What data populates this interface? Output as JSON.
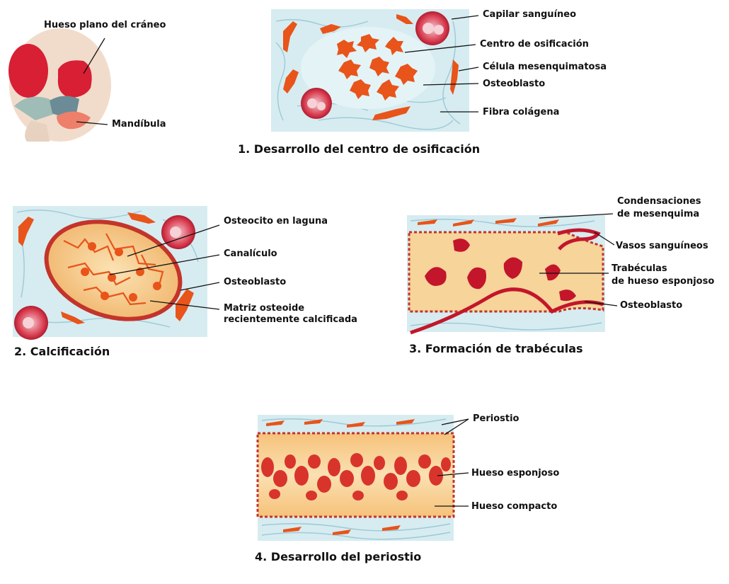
{
  "head_figure": {
    "labels": {
      "flat_bone": "Hueso plano del cráneo",
      "mandible": "Mandíbula"
    }
  },
  "panel1": {
    "caption": "1. Desarrollo del centro de osificación",
    "labels": {
      "capillary": "Capilar sanguíneo",
      "ossification_center": "Centro de osificación",
      "mesenchymal_cell": "Célula mesenquimatosa",
      "osteoblast": "Osteoblasto",
      "collagen_fiber": "Fibra colágena"
    }
  },
  "panel2": {
    "caption": "2. Calcificación",
    "labels": {
      "osteocyte": "Osteocito en laguna",
      "canaliculus": "Canalículo",
      "osteoblast": "Osteoblasto",
      "matrix_line1": "Matriz osteoide",
      "matrix_line2": "recientemente calcificada"
    }
  },
  "panel3": {
    "caption": "3. Formación de trabéculas",
    "labels": {
      "condensation_line1": "Condensaciones",
      "condensation_line2": "de mesenquima",
      "vessels": "Vasos sanguíneos",
      "trabeculae_line1": "Trabéculas",
      "trabeculae_line2": "de hueso esponjoso",
      "osteoblast": "Osteoblasto"
    }
  },
  "panel4": {
    "caption": "4. Desarrollo del periostio",
    "labels": {
      "periosteum": "Periostio",
      "spongy_bone": "Hueso esponjoso",
      "compact_bone": "Hueso compacto"
    }
  },
  "colors": {
    "tissue_blue": "#d6ecf1",
    "fiber_blue": "#9cc9d6",
    "cell_orange": "#e8541a",
    "bone_cream": "#f7d196",
    "vessel_red": "#c3162b",
    "capillary_pink": "#f4b6bf"
  }
}
